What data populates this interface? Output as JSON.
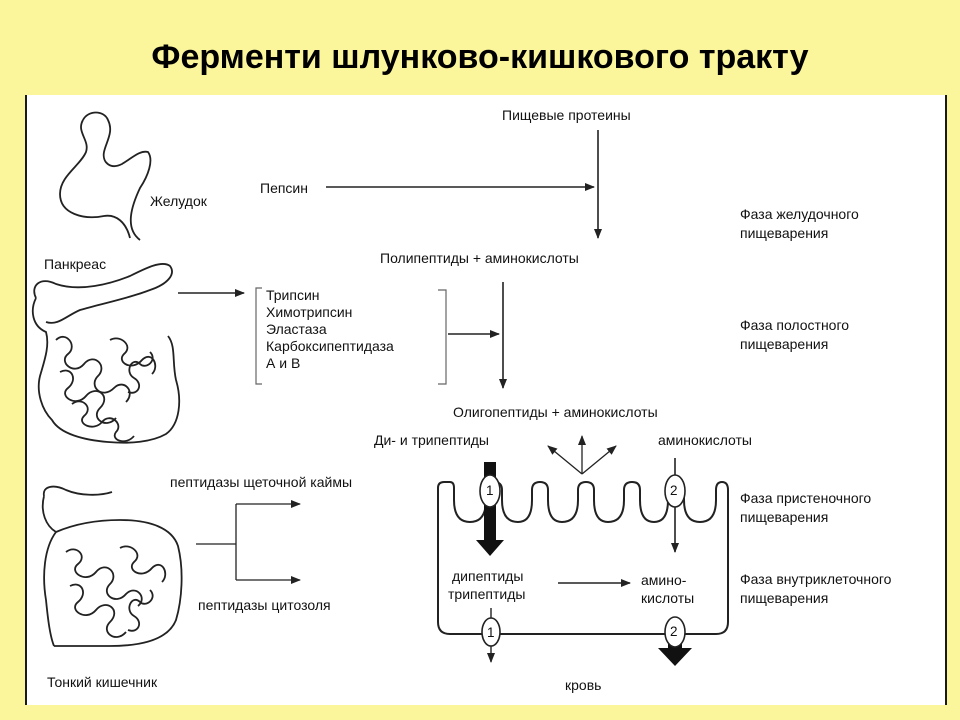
{
  "title": "Ферменти шлунково-кишкового тракту",
  "organs": {
    "stomach": "Желудок",
    "pancreas": "Панкреас",
    "small_intestine": "Тонкий кишечник"
  },
  "flow": {
    "food_proteins": "Пищевые протеины",
    "pepsin": "Пепсин",
    "polypeptides": "Полипептиды + аминокислоты",
    "pancreatic_enzymes": [
      "Трипсин",
      "Химотрипсин",
      "Эластаза",
      "Карбоксипептидаза",
      "А и В"
    ],
    "oligopeptides": "Олигопептиды + аминокислоты",
    "di_tri": "Ди- и трипептиды",
    "amino_acids": "аминокислоты",
    "brush_border_peptidases": "пептидазы щеточной каймы",
    "cytosol_peptidases": "пептидазы цитозоля",
    "dipeptides": "дипептиды",
    "tripeptides": "трипептиды",
    "amino_acids_hyph": "амино-",
    "acids": "кислоты",
    "blood": "кровь",
    "transporter_1": "1",
    "transporter_2": "2"
  },
  "phases": {
    "gastric": [
      "Фаза желудочного",
      "пищеварения"
    ],
    "cavity": [
      "Фаза полостного",
      "пищеварения"
    ],
    "parietal": [
      "Фаза пристеночного",
      "пищеварения"
    ],
    "intracellular": [
      "Фаза внутриклеточного",
      "пищеварения"
    ]
  }
}
